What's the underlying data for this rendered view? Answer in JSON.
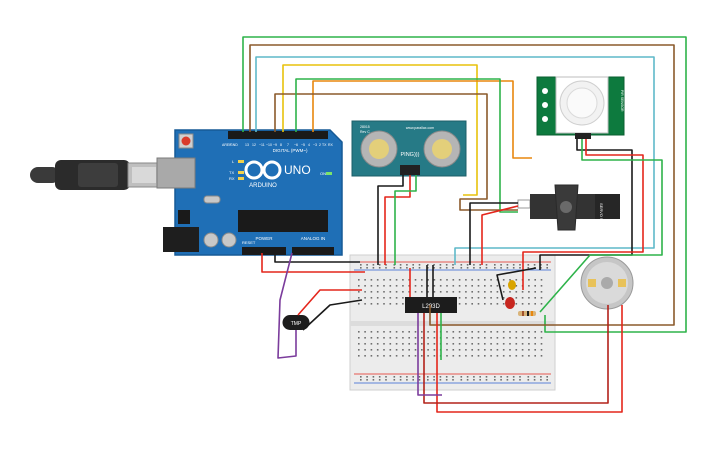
{
  "arduino": {
    "logo_text": "ARDUINO",
    "model": "UNO",
    "digital_label": "DIGITAL (PWM~)",
    "power_label": "POWER",
    "analog_label": "ANALOG IN",
    "pin_13": "13",
    "pin_12": "12",
    "pin_11": "~11",
    "pin_10": "~10",
    "pin_9": "~9",
    "pin_8": "8",
    "pin_7": "7",
    "pin_6": "~6",
    "pin_5": "~5",
    "pin_4": "4",
    "pin_3": "~3",
    "pin_2": "2",
    "pin_tx": "TX",
    "pin_rx": "RX",
    "led_l": "L",
    "led_tx": "TX",
    "led_rx": "RX",
    "led_on": "ON",
    "gnd_label": "GND",
    "aref_label": "AREF",
    "reset_label": "RESET"
  },
  "ping_sensor": {
    "label": "PING)))",
    "url": "www.parallax.com",
    "part": "28015",
    "rev": "Rev C"
  },
  "driver_ic": {
    "label": "L293D"
  },
  "temp_sensor": {
    "label": "TMP"
  },
  "servo": {
    "label": "SERVO 9G"
  },
  "pir_sensor": {
    "label": "PIR SENSOR"
  },
  "colors": {
    "wire_red": "#e4261c",
    "wire_black": "#1a1a1a",
    "wire_green": "#2eb34a",
    "wire_brown": "#8b5a2b",
    "wire_orange": "#e8870e",
    "wire_yellow": "#e8c20c",
    "wire_cyan": "#5fb9c9",
    "wire_purple": "#7b3c9c",
    "arduino_blue": "#1f6fb6",
    "pcb_green": "#0d7a3e",
    "ping_teal": "#267a86"
  }
}
